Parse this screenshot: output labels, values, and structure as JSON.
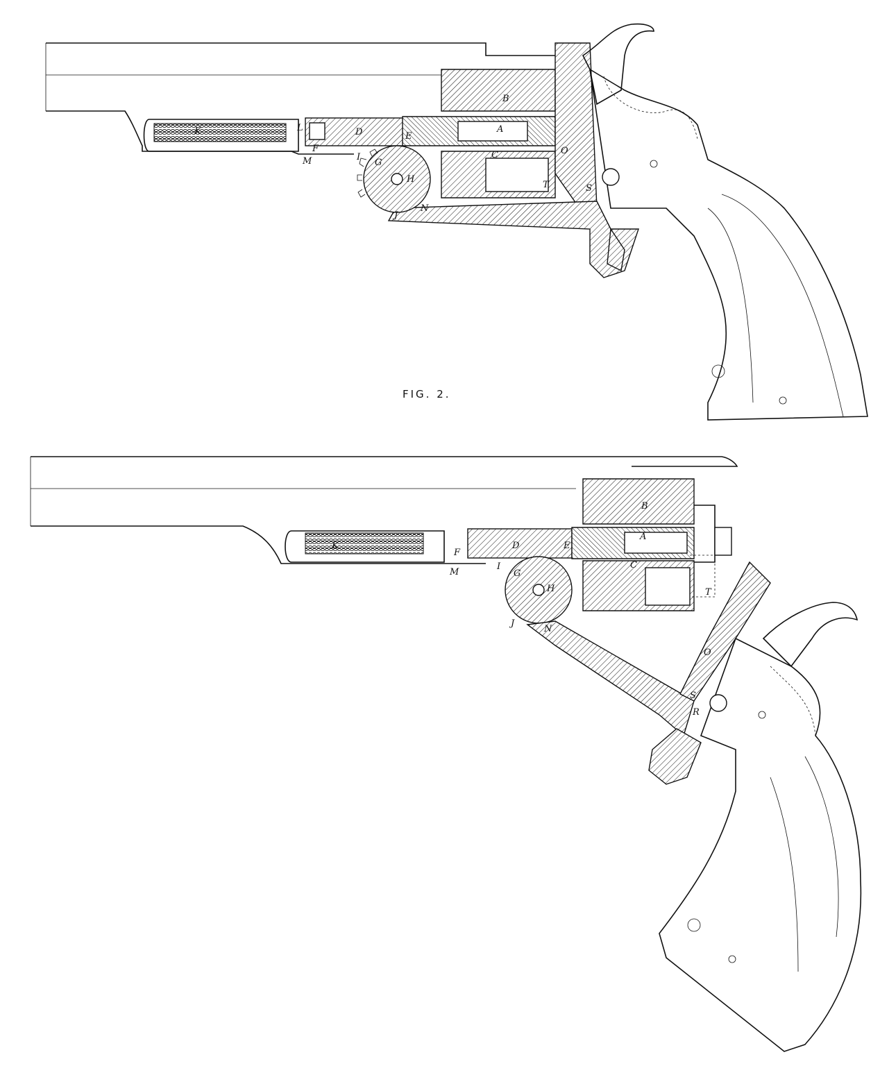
{
  "figure": {
    "caption": "FIG. 2.",
    "ink_color": "#111111",
    "paper_color": "#ffffff"
  },
  "fig_top": {
    "labels": {
      "A": "A",
      "B": "B",
      "C": "C",
      "D": "D",
      "E": "E",
      "F": "F",
      "G": "G",
      "H": "H",
      "I": "I",
      "J": "J",
      "K": "K",
      "L": "L",
      "M": "M",
      "N": "N",
      "O": "O",
      "S": "S",
      "T": "T"
    }
  },
  "fig_bottom": {
    "labels": {
      "A": "A",
      "B": "B",
      "C": "C",
      "D": "D",
      "E": "E",
      "F": "F",
      "G": "G",
      "H": "H",
      "I": "I",
      "J": "J",
      "K": "K",
      "M": "M",
      "N": "N",
      "O": "O",
      "R": "R",
      "S": "S",
      "T": "T"
    }
  }
}
